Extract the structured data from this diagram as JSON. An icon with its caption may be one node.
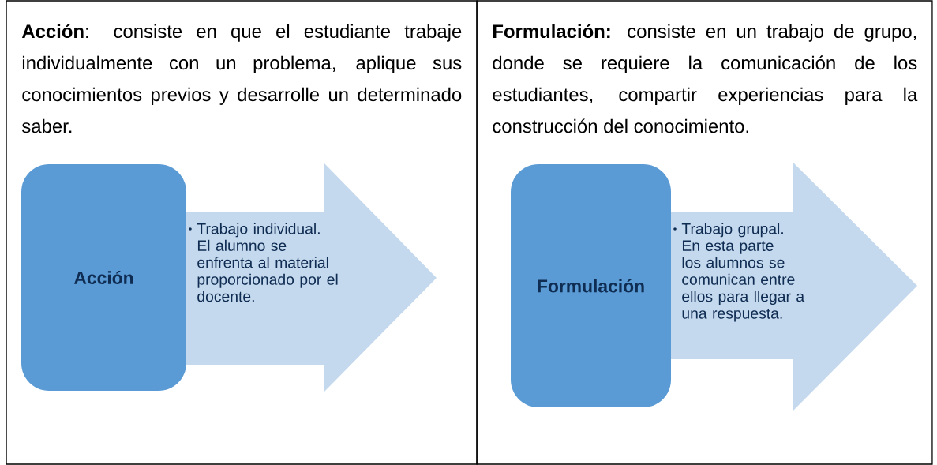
{
  "diagram": {
    "nodes": [
      {
        "text": [
          "**Acción**: consiste en que el estudiante trabaje individualmente con un problema, aplique sus conocimientos previos y desarrolle un determinado saber."
        ]
      },
      {
        "text": [
          "Acción"
        ],
        "in": 0
      },
      {
        "text": [
          "Trabajo individual. El alumno se enfrenta al material proporcionado por el docente."
        ],
        "in": 0
      },
      {
        "text": [
          "**Formulación:** consiste en un trabajo de grupo, donde se requiere la comunicación de los estudiantes, compartir experiencias para la construcción del conocimiento."
        ]
      },
      {
        "text": [
          "Formulación"
        ],
        "in": 3
      },
      {
        "text": [
          "Trabajo grupal. En esta parte los alumnos se comunican entre ellos para llegar a una respuesta."
        ],
        "in": 3
      }
    ]
  }
}
